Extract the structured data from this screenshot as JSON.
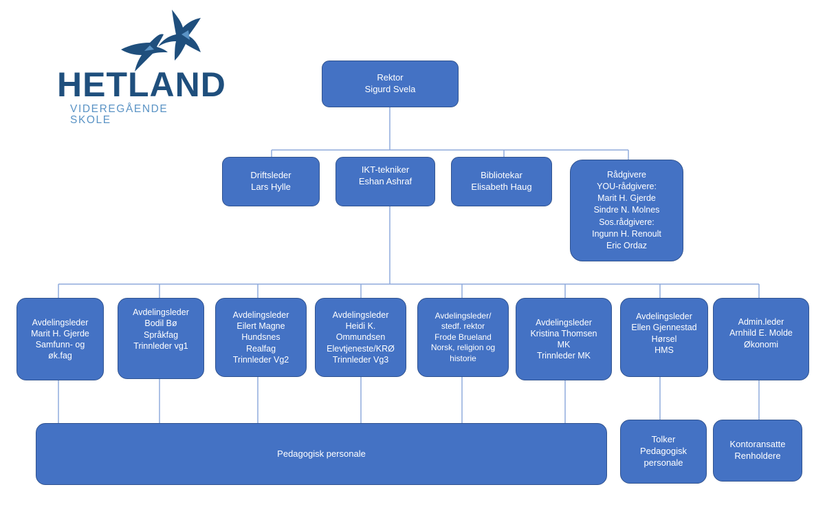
{
  "logo": {
    "name": "HETLAND",
    "subtitle": "VIDEREGÅENDE SKOLE",
    "primary_color": "#1f4f7d",
    "secondary_color": "#5a93c5"
  },
  "colors": {
    "box_fill": "#4472c4",
    "box_border": "#2f528f",
    "line": "#8faadc",
    "text": "#ffffff"
  },
  "rektor": {
    "lines": [
      "Rektor",
      "Sigurd Svela"
    ]
  },
  "staff": [
    {
      "lines": [
        "Driftsleder",
        "Lars Hylle"
      ]
    },
    {
      "lines": [
        "IKT-tekniker",
        "Eshan Ashraf"
      ]
    },
    {
      "lines": [
        "Bibliotekar",
        "Elisabeth Haug"
      ]
    },
    {
      "lines": [
        "Rådgivere",
        "YOU-rådgivere:",
        "Marit H. Gjerde",
        "Sindre N. Molnes",
        "Sos.rådgivere:",
        "Ingunn H. Renoult",
        "Eric Ordaz"
      ]
    }
  ],
  "departments": [
    {
      "lines": [
        "Avdelingsleder",
        "Marit H. Gjerde",
        "Samfunn- og",
        "øk.fag"
      ]
    },
    {
      "lines": [
        "Avdelingsleder",
        "Bodil Bø",
        "Språkfag",
        "Trinnleder vg1"
      ]
    },
    {
      "lines": [
        "Avdelingsleder",
        "Eilert Magne",
        "Hundsnes",
        "Realfag",
        "Trinnleder Vg2"
      ]
    },
    {
      "lines": [
        "Avdelingsleder",
        "Heidi K.",
        "Ommundsen",
        "Elevtjeneste/KRØ",
        "Trinnleder Vg3"
      ]
    },
    {
      "lines": [
        "Avdelingsleder/",
        "stedf. rektor",
        "Frode Brueland",
        "Norsk, religion og",
        "historie"
      ]
    },
    {
      "lines": [
        "Avdelingsleder",
        "Kristina Thomsen",
        "MK",
        "Trinnleder MK"
      ]
    },
    {
      "lines": [
        "Avdelingsleder",
        "Ellen Gjennestad",
        "Hørsel",
        "HMS"
      ]
    },
    {
      "lines": [
        "Admin.leder",
        "Arnhild E. Molde",
        "Økonomi"
      ]
    }
  ],
  "bottom": [
    {
      "lines": [
        "Pedagogisk personale"
      ]
    },
    {
      "lines": [
        "Tolker",
        "Pedagogisk",
        "personale"
      ]
    },
    {
      "lines": [
        "Kontoransatte",
        "Renholdere"
      ]
    }
  ]
}
